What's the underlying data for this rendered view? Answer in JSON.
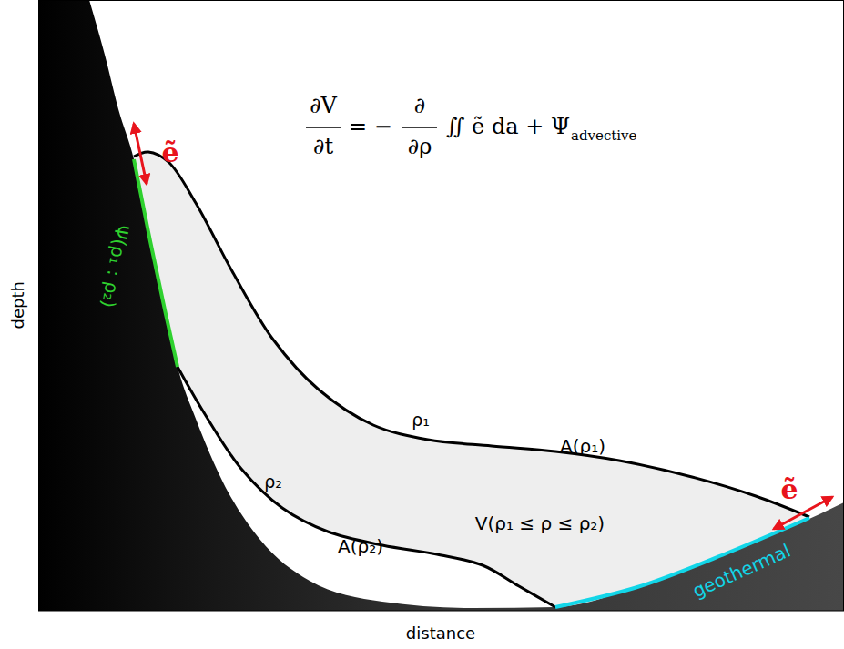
{
  "diagram": {
    "labels": [
      "∂V",
      "∂t",
      "= −",
      "∂",
      "∂ρ",
      "∬ ẽ da + Ψ",
      "advective",
      "ẽ",
      "Ψ(ρ₁ : ρ₂)",
      "ρ₁",
      "A(ρ₁)",
      "ρ₂",
      "A(ρ₂)",
      "V(ρ₁ ≤ ρ ≤ ρ₂)",
      "ẽ",
      "geothermal",
      "depth",
      "distance"
    ]
  }
}
